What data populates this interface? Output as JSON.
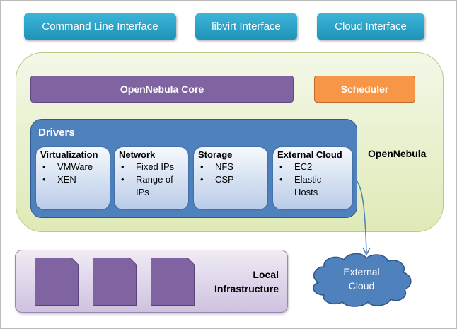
{
  "interfaces": [
    {
      "label": "Command Line Interface"
    },
    {
      "label": "libvirt Interface"
    },
    {
      "label": "Cloud Interface"
    }
  ],
  "opennebula": {
    "label": "OpenNebula",
    "core_label": "OpenNebula Core",
    "scheduler_label": "Scheduler",
    "drivers": {
      "title": "Drivers",
      "cards": [
        {
          "title": "Virtualization",
          "items": [
            "VMWare",
            "XEN"
          ]
        },
        {
          "title": "Network",
          "items": [
            "Fixed IPs",
            "Range of IPs"
          ]
        },
        {
          "title": "Storage",
          "items": [
            "NFS",
            "CSP"
          ]
        },
        {
          "title": "External Cloud",
          "items": [
            "EC2",
            "Elastic Hosts"
          ]
        }
      ]
    }
  },
  "local_infrastructure": {
    "label_line1": "Local",
    "label_line2": "Infrastructure",
    "server_count": 3
  },
  "external_cloud": {
    "label_line1": "External",
    "label_line2": "Cloud"
  },
  "bullet_char": "•",
  "colors": {
    "interface": "#2ba5cb",
    "core": "#8064a2",
    "scheduler": "#f79646",
    "drivers": "#4f81bd",
    "opennebula_bg": "#e6efc8",
    "local_bg": "#ddd2e9",
    "cloud": "#4f81bd"
  }
}
